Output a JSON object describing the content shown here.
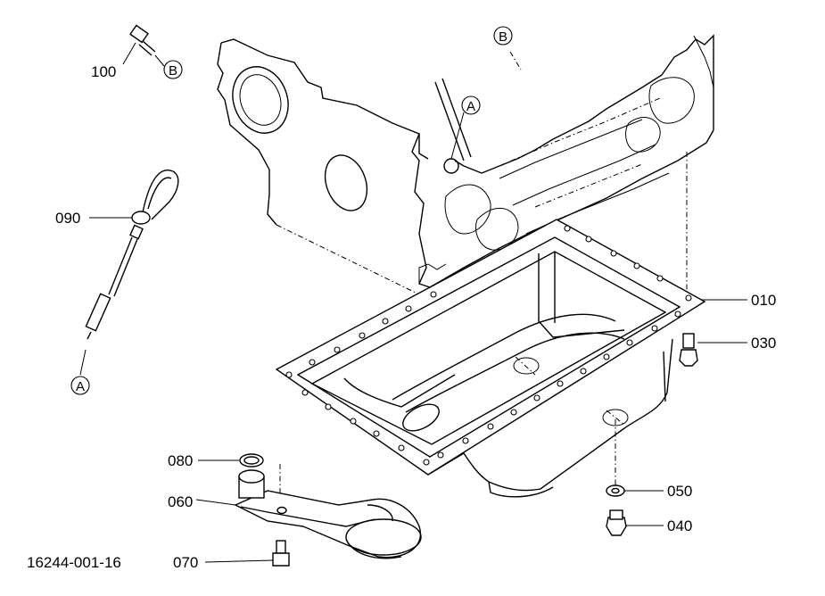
{
  "drawing_number": "16244-001-16",
  "callouts": {
    "c010": "010",
    "c030": "030",
    "c040": "040",
    "c050": "050",
    "c060": "060",
    "c070": "070",
    "c080": "080",
    "c090": "090",
    "c100": "100"
  },
  "reference_marks": {
    "a_dipstick": "A",
    "a_block": "A",
    "b_bolt": "B",
    "b_top": "B"
  }
}
